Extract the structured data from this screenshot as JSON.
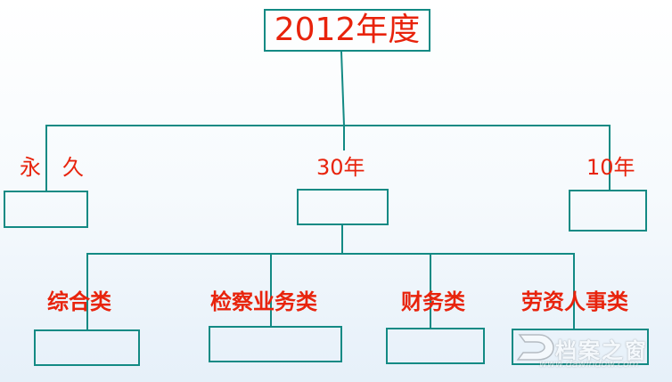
{
  "diagram": {
    "root": {
      "label": "2012年度"
    },
    "level1": [
      {
        "id": "permanent",
        "label": "永　久"
      },
      {
        "id": "thirty",
        "label": "30年"
      },
      {
        "id": "ten",
        "label": "10年"
      }
    ],
    "level2": [
      {
        "id": "general",
        "label": "综合类"
      },
      {
        "id": "procuratorial",
        "label": "检察业务类"
      },
      {
        "id": "finance",
        "label": "财务类"
      },
      {
        "id": "personnel",
        "label": "劳资人事类"
      }
    ]
  },
  "watermark": {
    "brand": "档案之窗",
    "url": "www.dawindow.com"
  },
  "colors": {
    "line": "#138a84",
    "text": "#e8230c"
  }
}
